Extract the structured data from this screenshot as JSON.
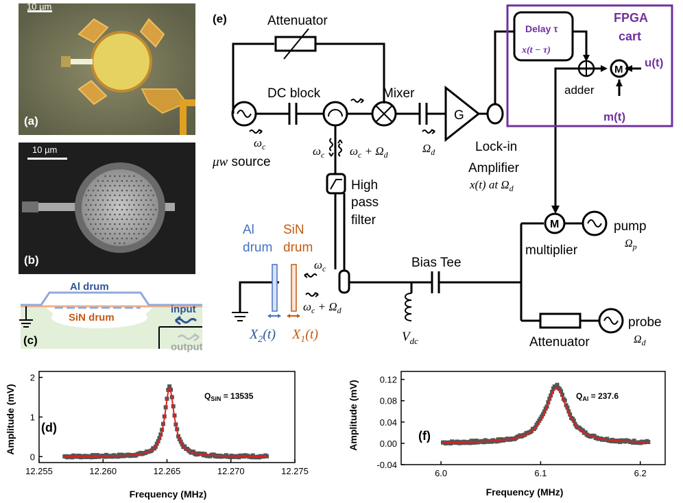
{
  "panels": {
    "a": {
      "label": "(a)",
      "scale": "10 µm"
    },
    "b": {
      "label": "(b)",
      "scale": "10 µm"
    },
    "c": {
      "label": "(c)",
      "top": "Al drum",
      "mid": "SiN drum",
      "input": "input",
      "output": "output"
    },
    "e": {
      "label": "(e)"
    },
    "d": {
      "label": "(d)"
    },
    "f": {
      "label": "(f)"
    }
  },
  "circuit": {
    "attenuator_top": "Attenuator",
    "dc_block": "DC block",
    "mixer": "Mixer",
    "gain": "G",
    "lockin_1": "Lock-in",
    "lockin_2": "Amplifier",
    "lockin_3": "x(t) at Ω",
    "lockin_3_sub": "d",
    "fpga_1": "FPGA",
    "fpga_2": "cart",
    "delay_1": "Delay τ",
    "delay_2": "x(t − τ)",
    "adder": "adder",
    "M": "M",
    "u": "u(t)",
    "m": "m(t)",
    "source_1": "μw",
    "source_2": " source",
    "omega": "ω",
    "sub_c": "c",
    "plus_Omega": " + Ω",
    "sub_d": "d",
    "Omega": "Ω",
    "hpf_1": "High",
    "hpf_2": "pass",
    "hpf_3": "filter",
    "al_1": "Al",
    "al_2": "drum",
    "sin_1": "SiN",
    "sin_2": "drum",
    "x2": "X",
    "x2_sub": "2",
    "x1": "X",
    "x1_sub": "1",
    "of_t": "(t)",
    "bias_tee": "Bias Tee",
    "vdc": "V",
    "vdc_sub": "dc",
    "multiplier": "multiplier",
    "pump": "pump",
    "sub_p": "p",
    "probe": "probe",
    "attenuator_bottom": "Attenuator"
  },
  "colors": {
    "fpga": "#7030a0",
    "al": "#4472c4",
    "sin": "#c55a11",
    "fit": "#e02020",
    "data": "#555555"
  },
  "chart_data": [
    {
      "type": "scatter",
      "panel": "(d)",
      "xlabel": "Frequency (MHz)",
      "ylabel": "Amplitude (mV)",
      "xlim": [
        12.255,
        12.275
      ],
      "ylim": [
        -0.15,
        2.15
      ],
      "xticks": [
        "12.255",
        "12.260",
        "12.265",
        "12.270",
        "12.275"
      ],
      "yticks": [
        "0",
        "1",
        "2"
      ],
      "annotation": "Q",
      "annotation_sub": "SiN",
      "annotation_val": " = 13535",
      "series": [
        {
          "kind": "data",
          "f0": 12.2652,
          "gamma": 0.000455,
          "A": 1.78,
          "offset": 0.0,
          "x_from": 12.257,
          "x_to": 12.2728
        },
        {
          "kind": "fit",
          "f0": 12.2652,
          "gamma": 0.000455,
          "A": 1.72,
          "offset": 0.0
        }
      ]
    },
    {
      "type": "scatter",
      "panel": "(f)",
      "xlabel": "Frequency (MHz)",
      "ylabel": "Amplitude (mV)",
      "xlim": [
        5.96,
        6.225
      ],
      "ylim": [
        -0.04,
        0.135
      ],
      "xticks": [
        "6.0",
        "6.1",
        "6.2"
      ],
      "yticks": [
        "-0.04",
        "0.00",
        "0.04",
        "0.08",
        "0.12"
      ],
      "annotation": "Q",
      "annotation_sub": "Al",
      "annotation_val": " = 237.6",
      "series": [
        {
          "kind": "data",
          "f0": 6.116,
          "gamma": 0.0135,
          "A": 0.108,
          "offset": 0.0,
          "x_from": 6.002,
          "x_to": 6.208
        },
        {
          "kind": "fit",
          "f0": 6.116,
          "gamma": 0.0135,
          "A": 0.103,
          "offset": 0.0
        }
      ]
    }
  ]
}
